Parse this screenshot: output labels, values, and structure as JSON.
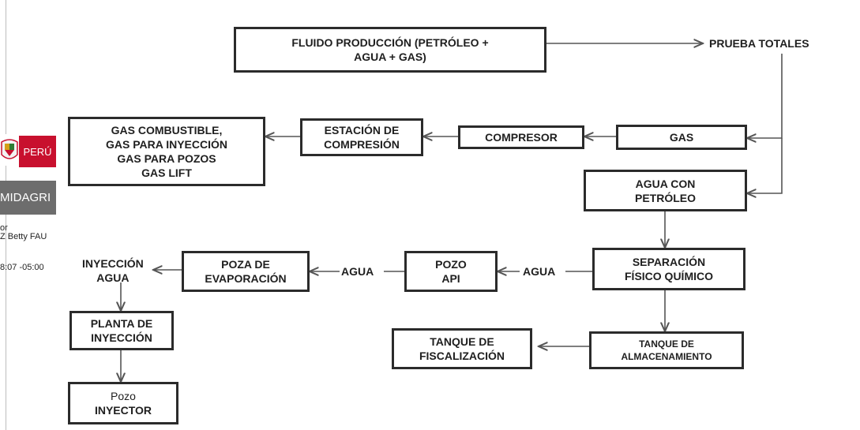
{
  "nodes": {
    "fluido": [
      "FLUIDO PRODUCCIÓN (PETRÓLEO +",
      "AGUA + GAS)"
    ],
    "prueba": [
      "PRUEBA TOTALES"
    ],
    "gas_combustible": [
      "GAS COMBUSTIBLE,",
      "GAS PARA INYECCIÓN",
      "GAS PARA POZOS",
      "GAS LIFT"
    ],
    "estacion": [
      "ESTACIÓN DE",
      "COMPRESIÓN"
    ],
    "compresor": [
      "COMPRESOR"
    ],
    "gas": [
      "GAS"
    ],
    "agua_petroleo": [
      "AGUA CON",
      "PETRÓLEO"
    ],
    "inyeccion_agua": [
      "INYECCIÓN",
      "AGUA"
    ],
    "poza": [
      "POZA DE",
      "EVAPORACIÓN"
    ],
    "pozo_api": [
      "POZO",
      "API"
    ],
    "separacion": [
      "SEPARACIÓN",
      "FÍSICO QUÍMICO"
    ],
    "planta": [
      "PLANTA DE",
      "INYECCIÓN"
    ],
    "tanque_fisc": [
      "TANQUE DE",
      "FISCALIZACIÓN"
    ],
    "tanque_alm": [
      "TANQUE DE",
      "ALMACENAMIENTO"
    ],
    "pozo_inyector": [
      "Pozo",
      "INYECTOR"
    ]
  },
  "edge_labels": {
    "agua_left": "AGUA",
    "agua_right": "AGUA"
  },
  "stamp": {
    "country": "PERÚ",
    "ministry": "MIDAGRI",
    "sig_line1": "or",
    "sig_line2": "Z Betty FAU",
    "sig_time": "8:07 -05:00"
  }
}
